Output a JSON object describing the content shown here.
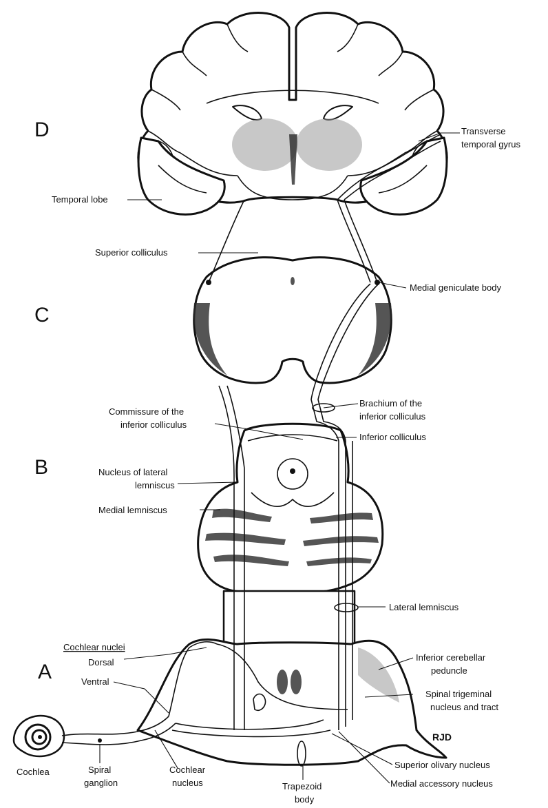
{
  "section_letters": {
    "d": "D",
    "c": "C",
    "b": "B",
    "a": "A"
  },
  "labels": {
    "transverse_temporal_gyrus_1": "Transverse",
    "transverse_temporal_gyrus_2": "temporal gyrus",
    "temporal_lobe": "Temporal lobe",
    "superior_colliculus": "Superior colliculus",
    "medial_geniculate_body": "Medial geniculate body",
    "brachium_1": "Brachium of the",
    "brachium_2": "inferior colliculus",
    "commissure_1": "Commissure of the",
    "commissure_2": "inferior colliculus",
    "inferior_colliculus": "Inferior colliculus",
    "nucleus_lateral_lemniscus_1": "Nucleus of lateral",
    "nucleus_lateral_lemniscus_2": "lemniscus",
    "medial_lemniscus": "Medial lemniscus",
    "lateral_lemniscus": "Lateral lemniscus",
    "cochlear_nuclei": "Cochlear nuclei",
    "dorsal": "Dorsal",
    "ventral": "Ventral",
    "inferior_cerebellar_peduncle_1": "Inferior cerebellar",
    "inferior_cerebellar_peduncle_2": "peduncle",
    "spinal_trigeminal_1": "Spinal trigeminal",
    "spinal_trigeminal_2": "nucleus and tract",
    "cochlea": "Cochlea",
    "spiral_ganglion_1": "Spiral",
    "spiral_ganglion_2": "ganglion",
    "cochlear_nucleus_1": "Cochlear",
    "cochlear_nucleus_2": "nucleus",
    "trapezoid_body_1": "Trapezoid",
    "trapezoid_body_2": "body",
    "superior_olivary_nucleus": "Superior olivary nucleus",
    "medial_accessory_nucleus": "Medial accessory nucleus",
    "signature": "RJD"
  }
}
